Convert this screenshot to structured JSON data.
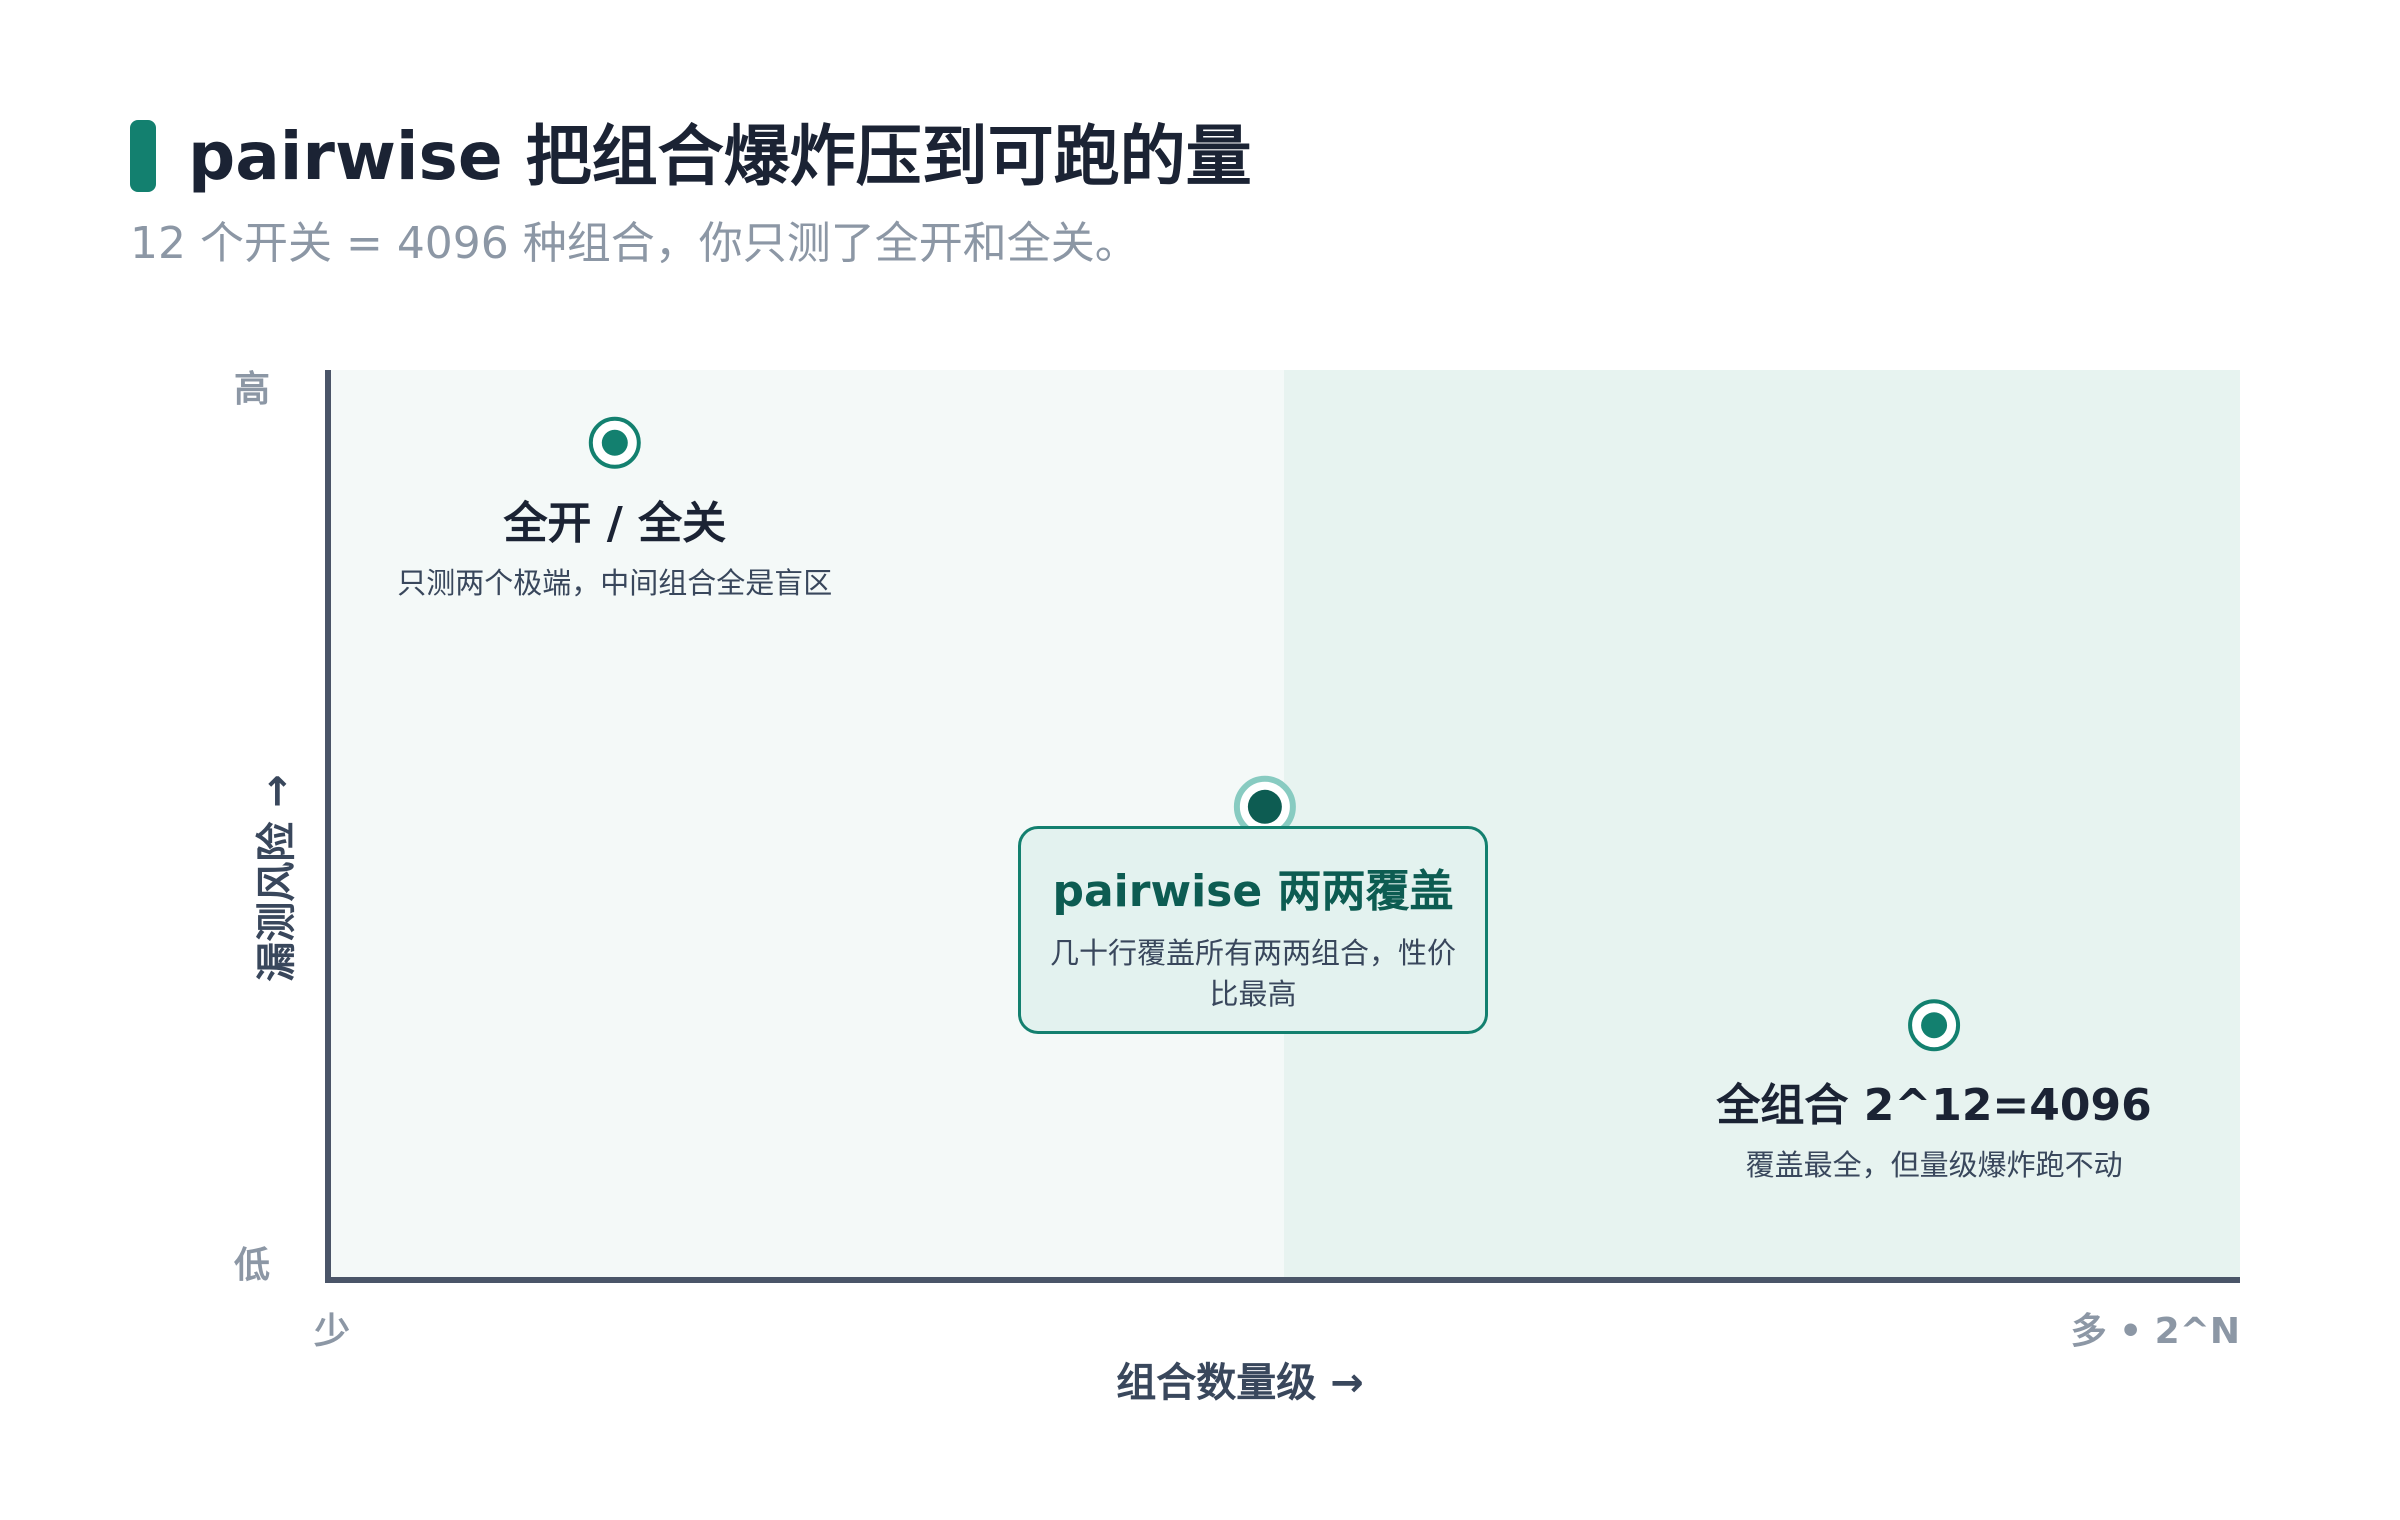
{
  "header": {
    "title": "pairwise 把组合爆炸压到可跑的量",
    "subtitle": "12 个开关 = 4096 种组合，你只测了全开和全关。"
  },
  "axes": {
    "y_high": "高",
    "y_low": "低",
    "y_title": "漏测风险 →",
    "x_low": "少",
    "x_high": "多 • 2^N",
    "x_title": "组合数量级 →"
  },
  "points": [
    {
      "title": "全开 / 全关",
      "desc": "只测两个极端，中间组合全是盲区",
      "x": 0.15,
      "y": 0.92
    },
    {
      "title": "pairwise 两两覆盖",
      "desc": "几十行覆盖所有两两组合，性价比最高",
      "x": 0.49,
      "y": 0.52,
      "highlighted": true
    },
    {
      "title": "全组合 2^12=4096",
      "desc": "覆盖最全，但量级爆炸跑不动",
      "x": 0.84,
      "y": 0.28
    }
  ],
  "colors": {
    "accent": "#13806f",
    "accent_dark": "#0d5c52",
    "ring_light": "#88cbc1",
    "zone_left": "#f4f9f8",
    "zone_right": "#e7f3f0",
    "axis": "#4a5568"
  }
}
